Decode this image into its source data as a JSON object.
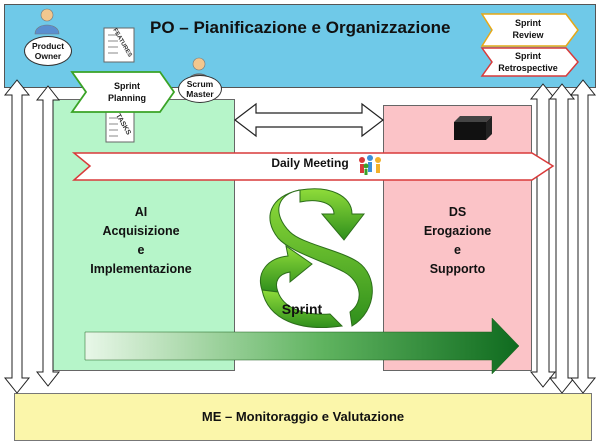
{
  "po": {
    "title": "PO – Pianificazione e Organizzazione"
  },
  "me": {
    "title": "ME – Monitoraggio e Valutazione"
  },
  "ai": {
    "line1": "AI",
    "line2": "Acquisizione",
    "line3": "e",
    "line4": "Implementazione"
  },
  "ds": {
    "line1": "DS",
    "line2": "Erogazione",
    "line3": "e",
    "line4": "Supporto"
  },
  "roles": {
    "product_owner_line1": "Product",
    "product_owner_line2": "Owner",
    "scrum_master_line1": "Scrum",
    "scrum_master_line2": "Master"
  },
  "docs": {
    "features": "FEATURES",
    "tasks": "TASKS"
  },
  "events": {
    "sprint_planning_line1": "Sprint",
    "sprint_planning_line2": "Planning",
    "sprint_review_line1": "Sprint",
    "sprint_review_line2": "Review",
    "sprint_retrospective_line1": "Sprint",
    "sprint_retrospective_line2": "Retrospective",
    "daily_meeting": "Daily Meeting",
    "sprint": "Sprint"
  },
  "icons": {
    "person": "person-icon",
    "features_doc": "document-icon",
    "tasks_doc": "document-icon",
    "deliverable": "black-box-icon",
    "team": "team-icon",
    "sprint_cycle": "circular-arrow-icon",
    "progress": "gradient-arrow-icon"
  },
  "colors": {
    "po_band": "#6fc9e8",
    "me_band": "#fbf6aa",
    "ai_box": "#b6f5c9",
    "ds_box": "#fbc3c7",
    "sprint_green": "#3aa326",
    "review_border": "#e6a817",
    "retrospective_border": "#d93a3a",
    "daily_border": "#d93a3a"
  }
}
